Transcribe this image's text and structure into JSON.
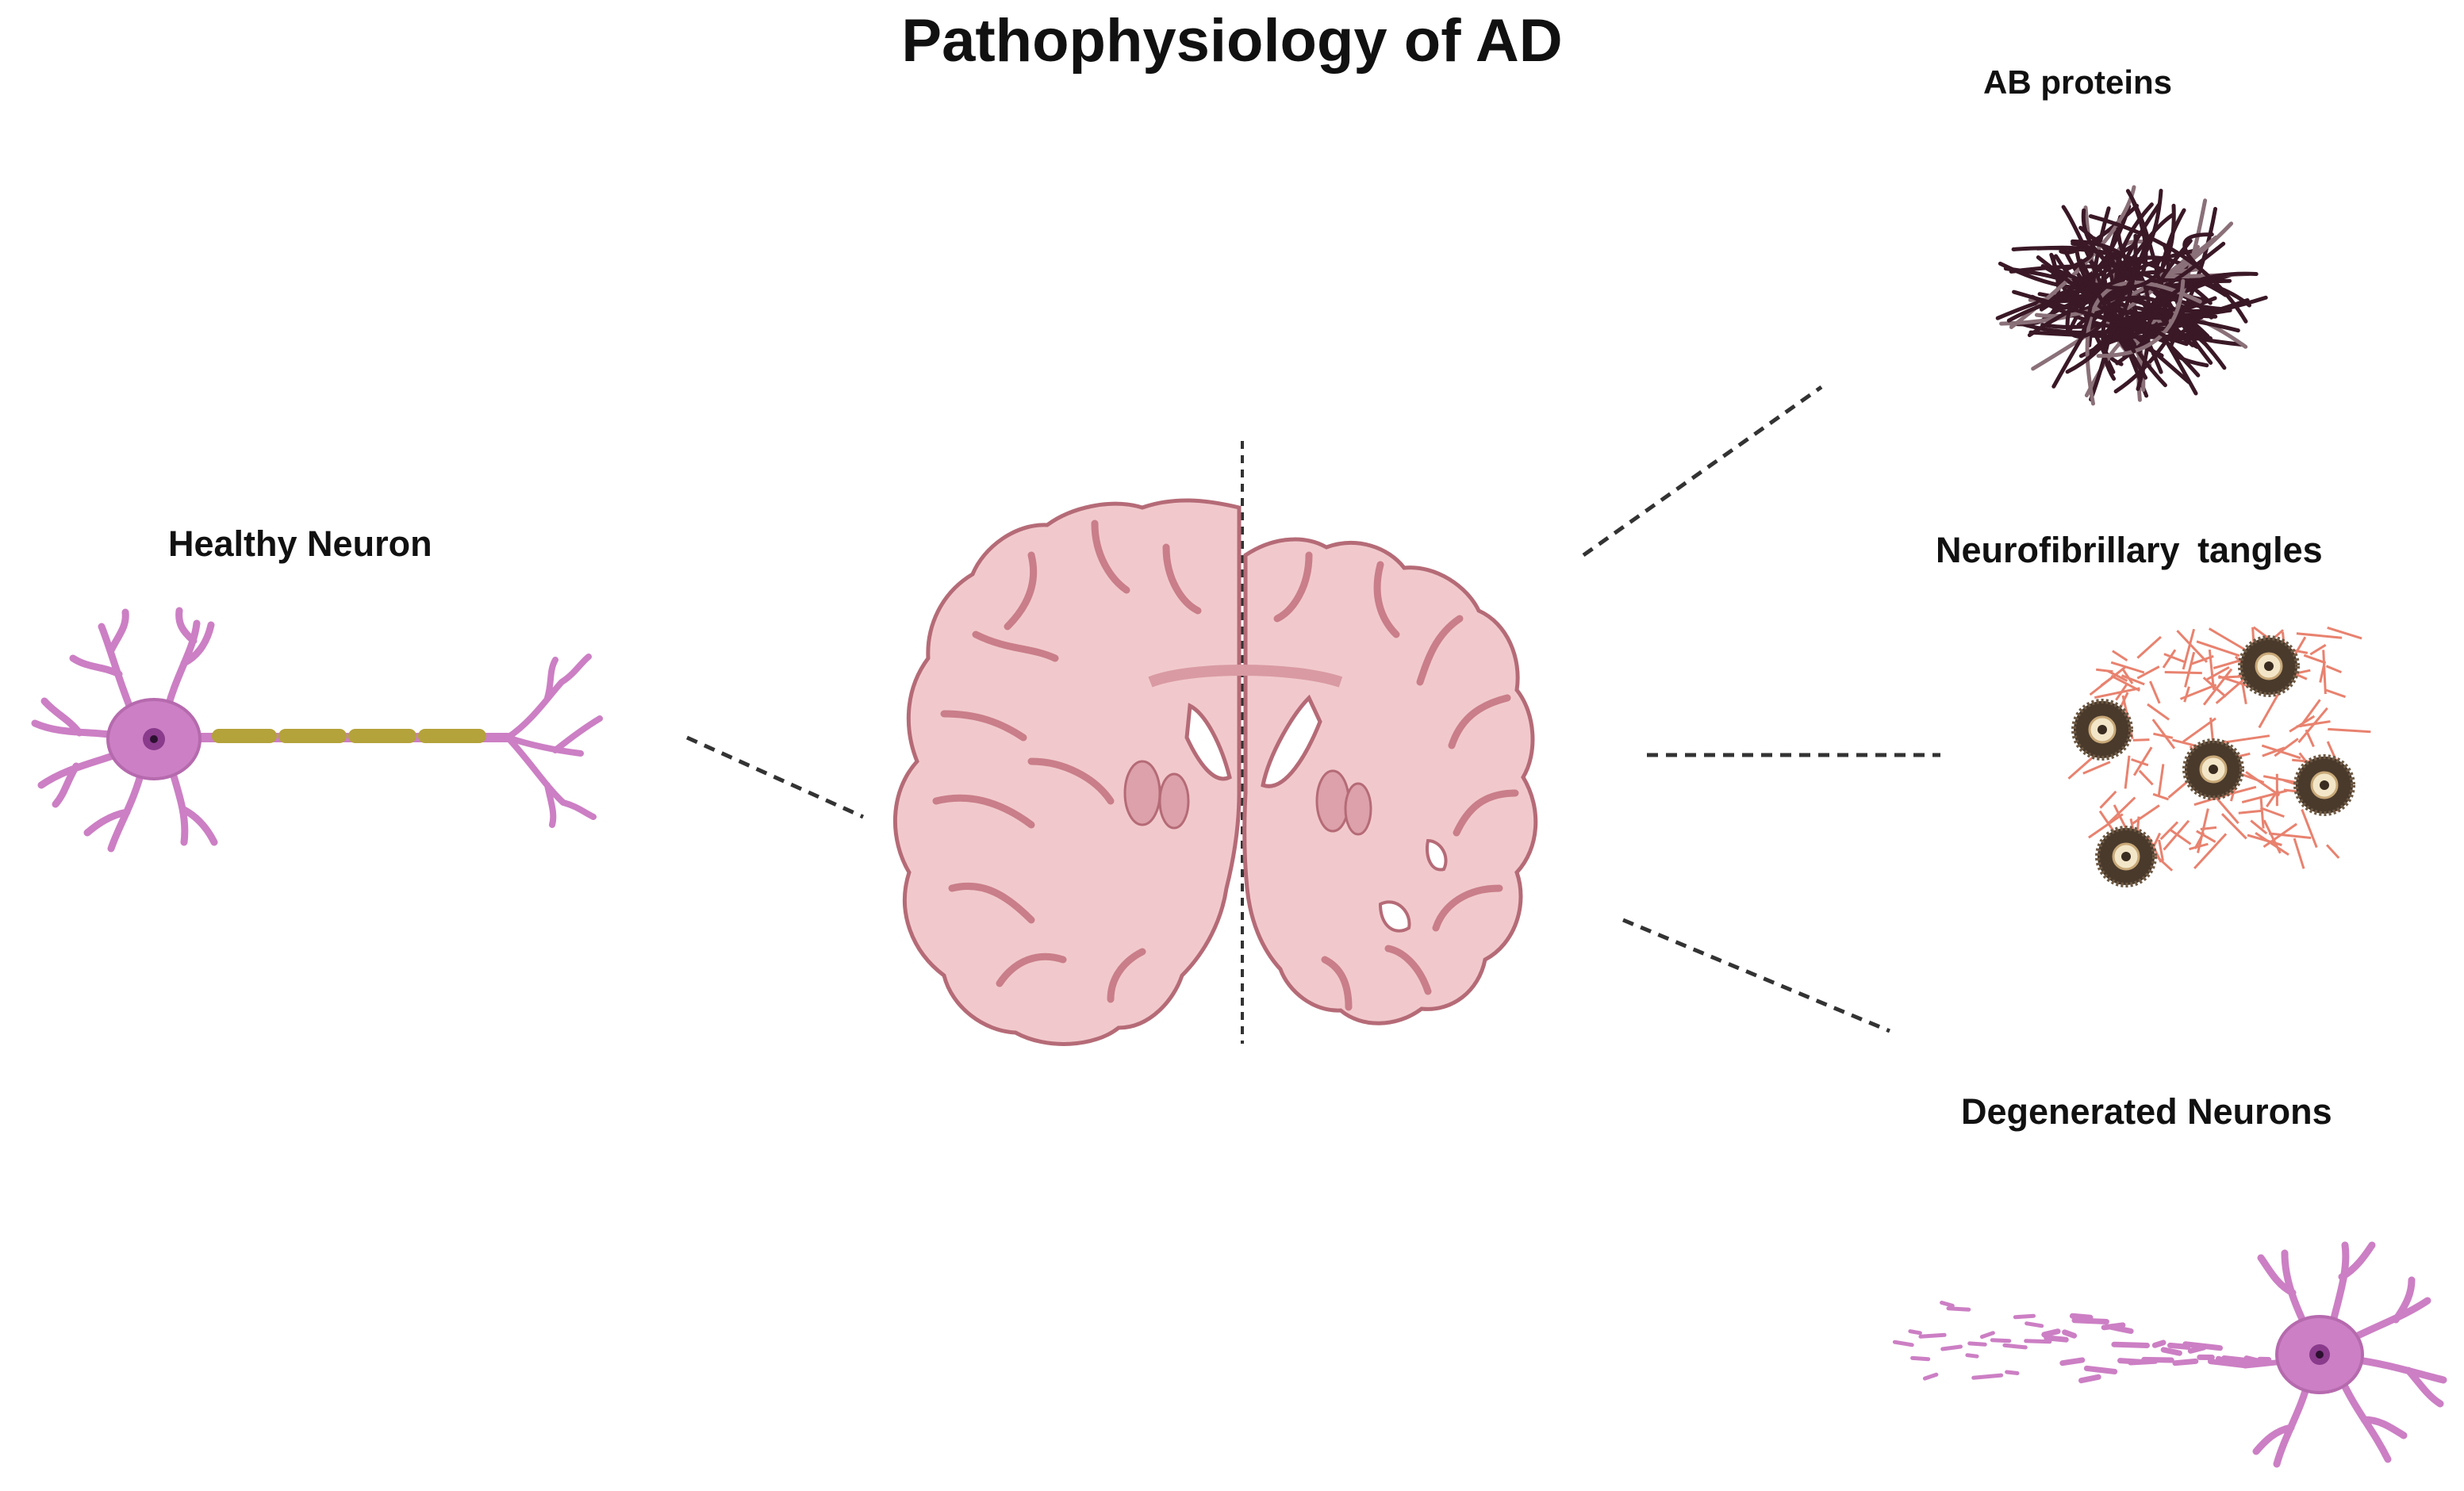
{
  "title": "Pathophysiology of AD",
  "labels": {
    "ab_proteins": "AB proteins",
    "healthy_neuron": "Healthy Neuron",
    "neurofibrillary_tangles": "Neurofibrillary  tangles",
    "degenerated_neurons": "Degenerated Neurons"
  },
  "colors": {
    "brain_outer": "#d79aa3",
    "brain_fill": "#f1c9cc",
    "brain_outline": "#b56b77",
    "neuron": "#cc7fc4",
    "neuron_nucleus": "#8a3b8c",
    "myelin": "#b4a23a",
    "amyloid_fibers": "#3a1826",
    "tangle_fibers": "#e8826f",
    "plaque_dark": "#4a3a2c",
    "dashed_lines": "#333333"
  },
  "icons": [
    "healthy-neuron-icon",
    "brain-coronal-section-icon",
    "amyloid-beta-fiber-ball-icon",
    "neurofibrillary-tangles-icon",
    "degenerated-neuron-icon"
  ]
}
